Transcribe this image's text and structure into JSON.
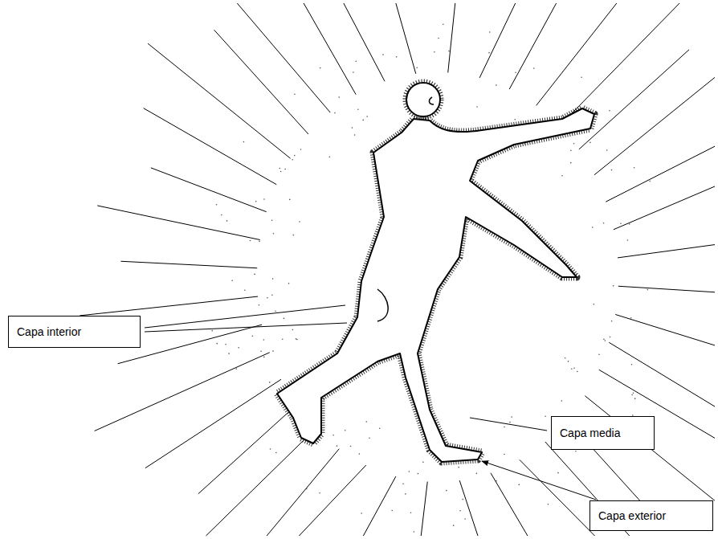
{
  "diagram": {
    "nodes": [
      {
        "text": [
          "Capa interior"
        ]
      },
      {
        "text": [
          "Capa media"
        ]
      },
      {
        "text": [
          "Capa exterior"
        ]
      }
    ]
  }
}
